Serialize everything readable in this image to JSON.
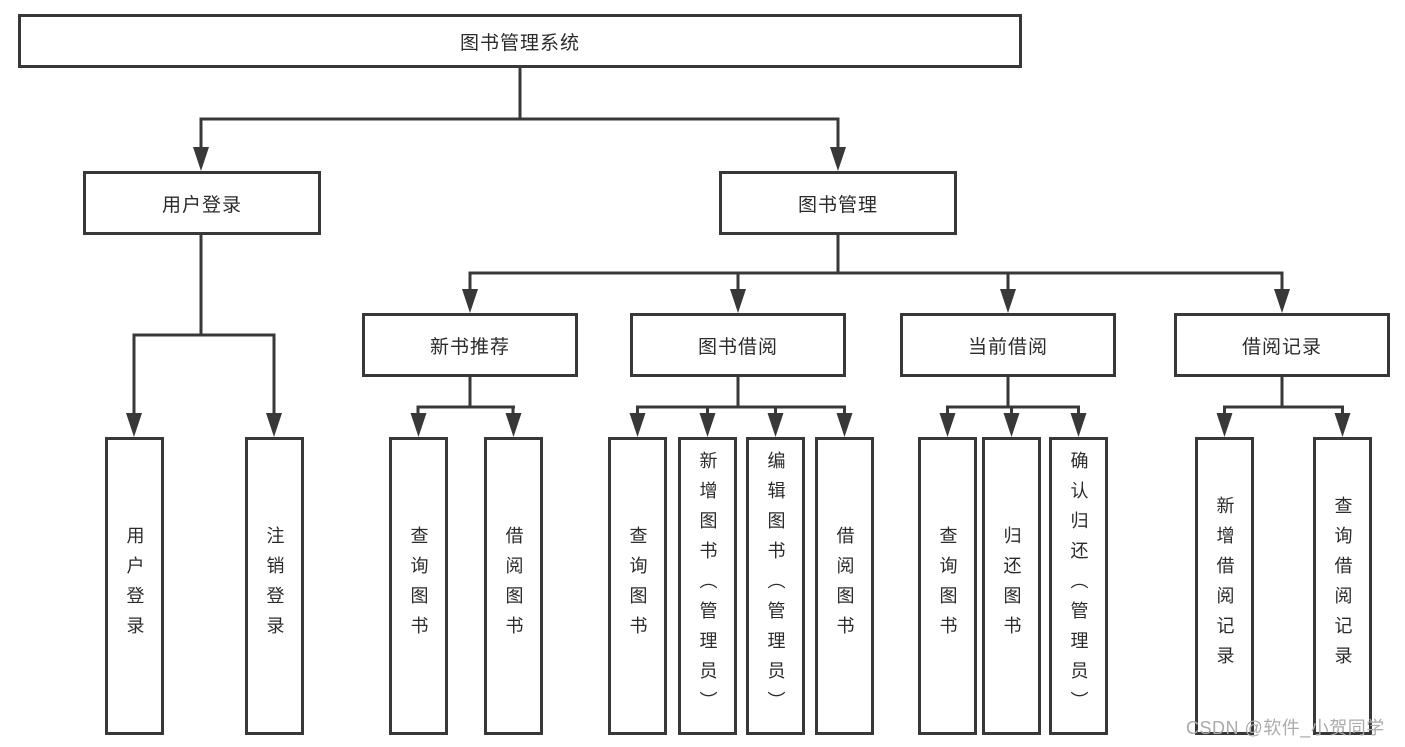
{
  "diagram": {
    "root": {
      "label": "图书管理系统"
    },
    "level2": [
      {
        "label": "用户登录"
      },
      {
        "label": "图书管理"
      }
    ],
    "level3": [
      {
        "label": "新书推荐"
      },
      {
        "label": "图书借阅"
      },
      {
        "label": "当前借阅"
      },
      {
        "label": "借阅记录"
      }
    ],
    "leaves": {
      "user_login": [
        "用户登录",
        "注销登录"
      ],
      "new_book": [
        "查询图书",
        "借阅图书"
      ],
      "book_borrow": [
        "查询图书",
        "新增图书（管理员）",
        "编辑图书（管理员）",
        "借阅图书"
      ],
      "current_borrow": [
        "查询图书",
        "归还图书",
        "确认归还（管理员）"
      ],
      "borrow_record": [
        "新增借阅记录",
        "查询借阅记录"
      ]
    }
  },
  "watermark": {
    "text": "CSDN @软件_小贺同学",
    "color": "#ababab"
  },
  "colors": {
    "line": "#383838",
    "text": "#2b2b2b",
    "background": "#ffffff"
  }
}
